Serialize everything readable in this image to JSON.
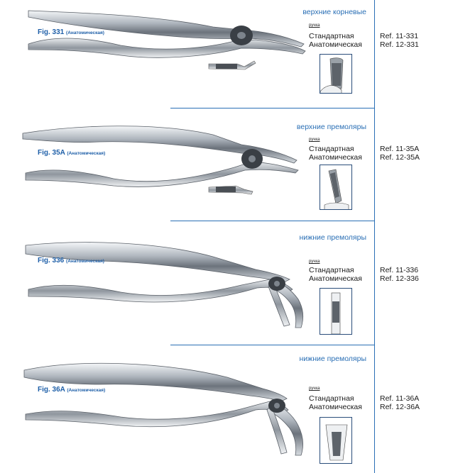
{
  "sections": [
    {
      "heading": "верхние корневые",
      "fig_label": "Fig. 331",
      "fig_sub": "(Анатомическая)",
      "handle_label": "ручка",
      "options": [
        "Стандартная",
        "Анатомическая"
      ],
      "refs": [
        "Ref. 11-331",
        "Ref. 12-331"
      ]
    },
    {
      "heading": "верхние премоляры",
      "fig_label": "Fig. 35A",
      "fig_sub": "(Анатомическая)",
      "handle_label": "ручка",
      "options": [
        "Стандартная",
        "Анатомическая"
      ],
      "refs": [
        "Ref. 11-35A",
        "Ref. 12-35A"
      ]
    },
    {
      "heading": "нижние премоляры",
      "fig_label": "Fig. 336",
      "fig_sub": "(Анатомическая)",
      "handle_label": "ручка",
      "options": [
        "Стандартная",
        "Анатомическая"
      ],
      "refs": [
        "Ref. 11-336",
        "Ref. 12-336"
      ]
    },
    {
      "heading": "нижние премоляры",
      "fig_label": "Fig. 36A",
      "fig_sub": "(Анатомическая)",
      "handle_label": "ручка",
      "options": [
        "Стандартная",
        "Анатомическая"
      ],
      "refs": [
        "Ref. 11-36A",
        "Ref. 12-36A"
      ]
    }
  ],
  "colors": {
    "accent": "#2a6fb5",
    "fig_text": "#1e5fa8",
    "frame": "#2a4d7a"
  }
}
